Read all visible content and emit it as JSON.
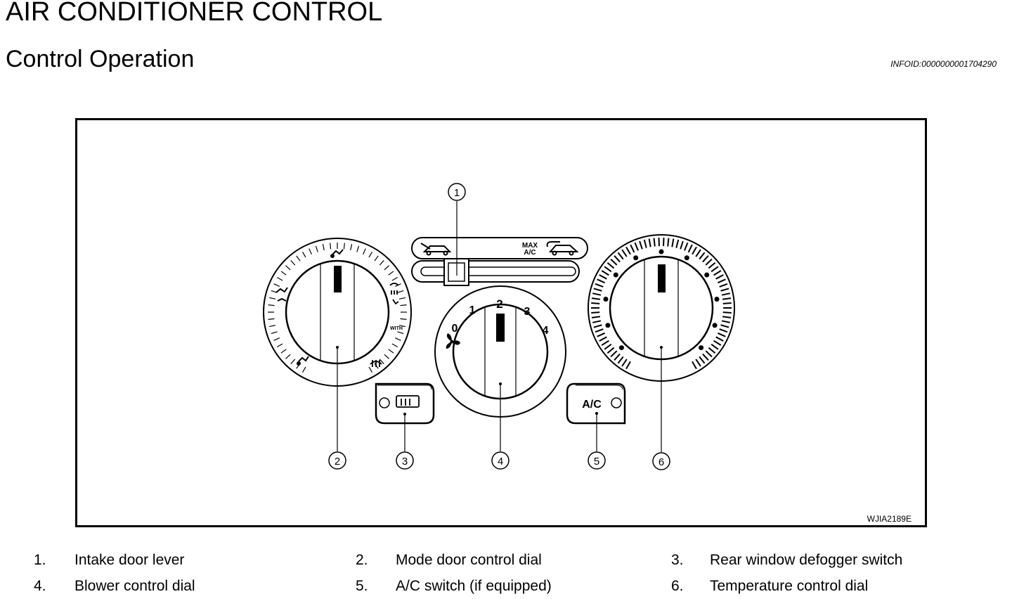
{
  "header": {
    "title": "AIR CONDITIONER CONTROL",
    "subtitle": "Control Operation",
    "info_id": "INFOID:0000000001704290"
  },
  "figure": {
    "code": "WJIA2189E",
    "lever_label_max": "MAX",
    "lever_label_ac": "A/C",
    "blower_speeds": [
      "0",
      "1",
      "2",
      "3",
      "4"
    ],
    "ac_switch_label": "A/C",
    "mode_dial_label_with": "WITH",
    "callouts": [
      "1",
      "2",
      "3",
      "4",
      "5",
      "6"
    ]
  },
  "legend": [
    {
      "num": "1.",
      "label": "Intake door lever"
    },
    {
      "num": "2.",
      "label": "Mode door control dial"
    },
    {
      "num": "3.",
      "label": "Rear window defogger switch"
    },
    {
      "num": "4.",
      "label": "Blower control dial"
    },
    {
      "num": "5.",
      "label": "A/C switch (if equipped)"
    },
    {
      "num": "6.",
      "label": "Temperature control dial"
    }
  ]
}
